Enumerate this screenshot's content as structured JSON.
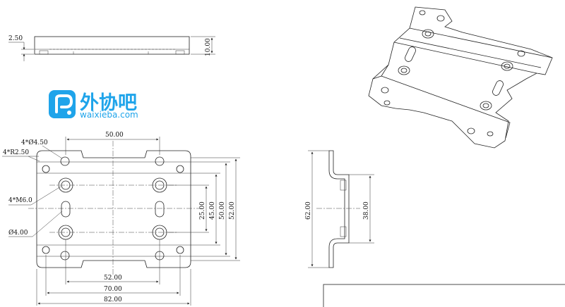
{
  "logo": {
    "name_cn": "外协吧",
    "domain": "waixieba.com"
  },
  "colors": {
    "logo_blue": "#1fa4ea",
    "line": "#222222"
  },
  "side_view": {
    "thickness": "2.50",
    "height": "10.00"
  },
  "top_view": {
    "hole_spacing_top": "50.00",
    "note_holes": "4*Ø4.50",
    "note_corner_radius": "4*R2.50",
    "note_thread": "4*M6.0",
    "note_small_hole": "Ø4.00",
    "dim_25": "25.00",
    "dim_45": "45.00",
    "dim_50": "50.00",
    "dim_52_right": "52.00",
    "dim_52_bottom": "52.00",
    "dim_70": "70.00",
    "dim_82": "82.00"
  },
  "front_view": {
    "total_height": "62.00",
    "inner_height": "38.00"
  }
}
